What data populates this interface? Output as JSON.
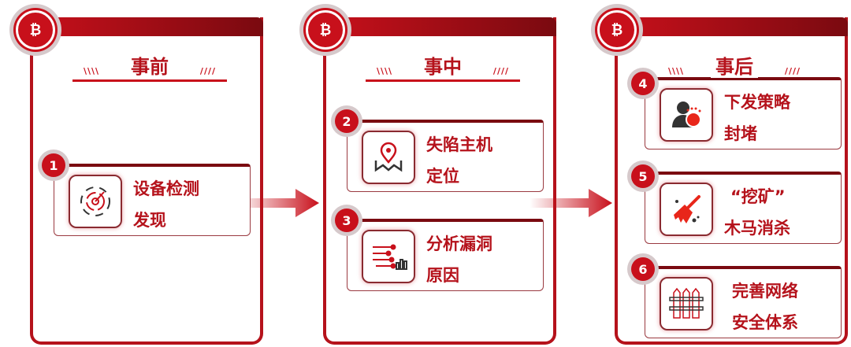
{
  "stages": [
    {
      "label": "事前",
      "coin": "₿"
    },
    {
      "label": "事中",
      "coin": "₿"
    },
    {
      "label": "事后",
      "coin": "₿"
    }
  ],
  "steps": [
    {
      "num": "1",
      "line1": "设备检测",
      "line2": "发现",
      "icon": "radar-target-icon"
    },
    {
      "num": "2",
      "line1": "失陷主机",
      "line2": "定位",
      "icon": "location-pin-icon"
    },
    {
      "num": "3",
      "line1": "分析漏洞",
      "line2": "原因",
      "icon": "analysis-chart-icon"
    },
    {
      "num": "4",
      "line1": "下发策略",
      "line2": "封堵",
      "icon": "user-alert-icon"
    },
    {
      "num": "5",
      "line1": "“挖矿”",
      "line2": "木马消杀",
      "icon": "broom-icon"
    },
    {
      "num": "6",
      "line1": "完善网络",
      "line2": "安全体系",
      "icon": "fence-icon"
    }
  ],
  "colors": {
    "accent": "#c8101b",
    "dark": "#7a0a10"
  }
}
